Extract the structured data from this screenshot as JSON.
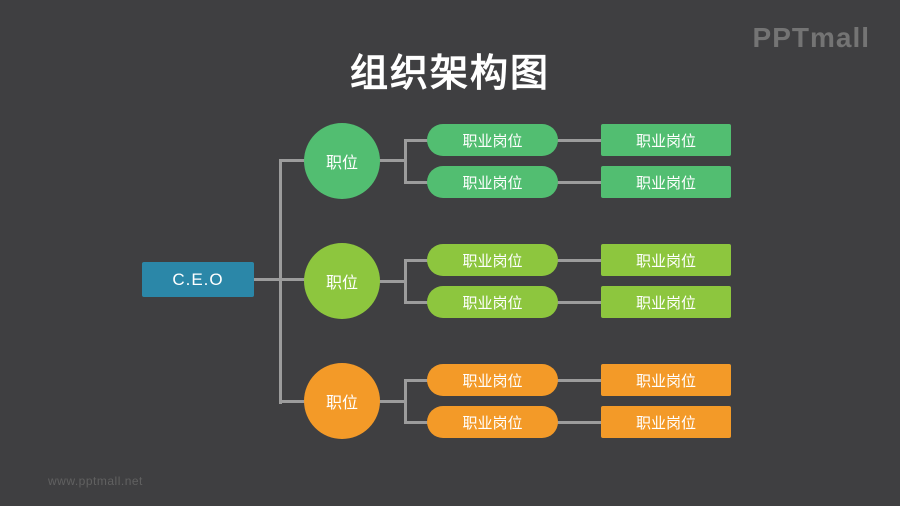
{
  "title": "组织架构图",
  "logo": {
    "text": "PPTmall"
  },
  "watermark": {
    "text": "www.pptmall.net"
  },
  "diagram": {
    "root": {
      "label": "C.E.O"
    },
    "groups": [
      {
        "circle_label": "职位",
        "color": "#52BE71",
        "pills": [
          "职业岗位",
          "职业岗位"
        ],
        "boxes": [
          "职业岗位",
          "职业岗位"
        ]
      },
      {
        "circle_label": "职位",
        "color": "#8DC63E",
        "pills": [
          "职业岗位",
          "职业岗位"
        ],
        "boxes": [
          "职业岗位",
          "职业岗位"
        ]
      },
      {
        "circle_label": "职位",
        "color": "#F39A28",
        "pills": [
          "职业岗位",
          "职业岗位"
        ],
        "boxes": [
          "职业岗位",
          "职业岗位"
        ]
      }
    ]
  },
  "colors": {
    "background": "#3F3F41",
    "root_node": "#2B87A8",
    "group_green": "#52BE71",
    "group_olive": "#8DC63E",
    "group_orange": "#F39A28",
    "connector": "#9C9C9C",
    "title_text": "#FFFFFF",
    "node_text": "#FFFFFF",
    "logo_text": "#747474",
    "watermark_text": "#616161"
  }
}
